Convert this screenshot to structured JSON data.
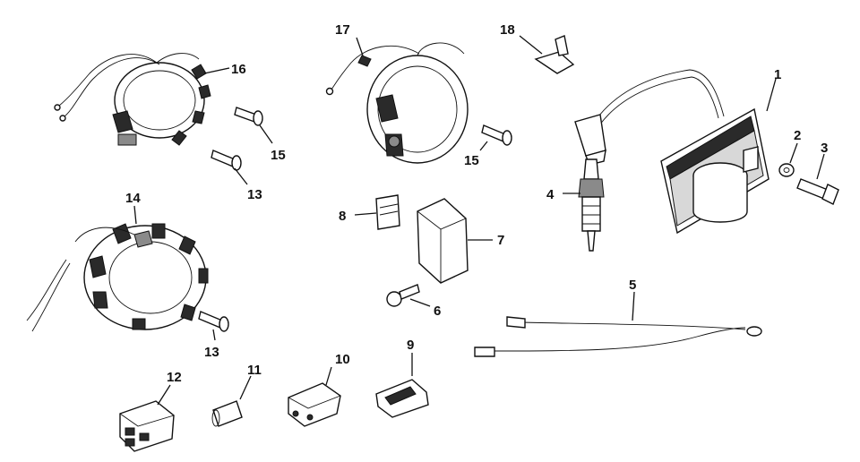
{
  "callouts": [
    {
      "id": "1",
      "text": "1"
    },
    {
      "id": "2",
      "text": "2"
    },
    {
      "id": "3",
      "text": "3"
    },
    {
      "id": "4",
      "text": "4"
    },
    {
      "id": "5",
      "text": "5"
    },
    {
      "id": "6",
      "text": "6"
    },
    {
      "id": "7",
      "text": "7"
    },
    {
      "id": "8",
      "text": "8"
    },
    {
      "id": "9",
      "text": "9"
    },
    {
      "id": "10",
      "text": "10"
    },
    {
      "id": "11",
      "text": "11"
    },
    {
      "id": "12",
      "text": "12"
    },
    {
      "id": "13a",
      "text": "13"
    },
    {
      "id": "13b",
      "text": "13"
    },
    {
      "id": "14",
      "text": "14"
    },
    {
      "id": "15a",
      "text": "15"
    },
    {
      "id": "15b",
      "text": "15"
    },
    {
      "id": "16",
      "text": "16"
    },
    {
      "id": "17",
      "text": "17"
    },
    {
      "id": "18",
      "text": "18"
    }
  ]
}
